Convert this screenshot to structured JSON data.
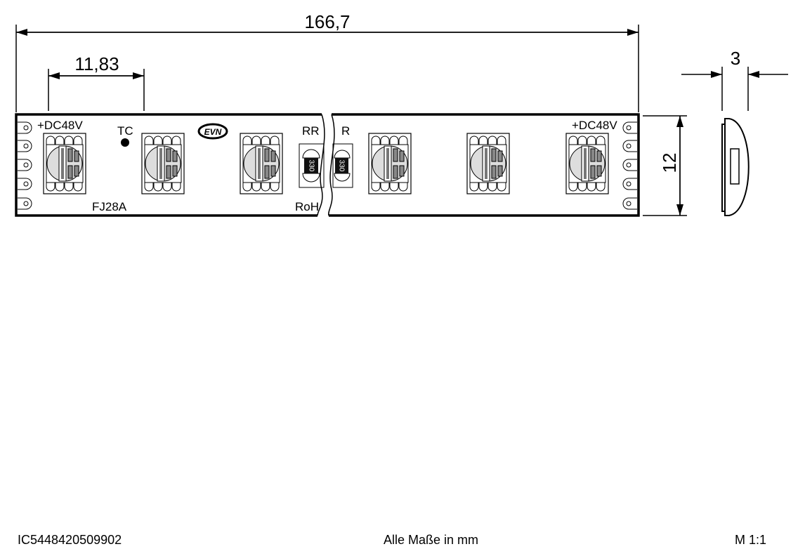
{
  "dimensions": {
    "length": "166,7",
    "pitch": "11,83",
    "height": "3",
    "width": "12"
  },
  "strip_labels": {
    "voltage_left": "+DC48V",
    "voltage_right": "+DC48V",
    "tc": "TC",
    "model": "FJ28A",
    "logo": "EVN",
    "rr_left": "RR",
    "rr_right": "R",
    "rohs": "RoH",
    "resistor_value": "330"
  },
  "footer": {
    "article_number": "IC5448420509902",
    "units_note": "Alle Maße in mm",
    "scale": "M 1:1"
  }
}
